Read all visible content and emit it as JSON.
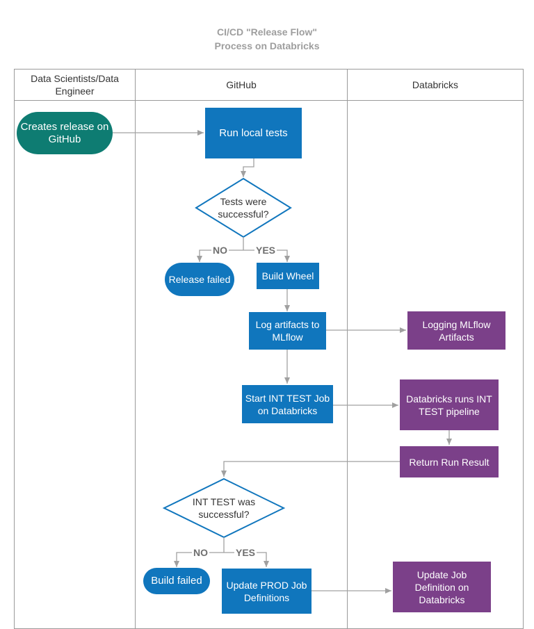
{
  "title": {
    "line1": "CI/CD  \"Release Flow\"",
    "line2": "Process on Databricks"
  },
  "lanes": {
    "scientists": "Data Scientists/Data Engineer",
    "github": "GitHub",
    "databricks": "Databricks"
  },
  "nodes": {
    "create_release": "Creates release on GitHub",
    "run_local_tests": "Run local tests",
    "tests_successful": "Tests were successful?",
    "release_failed": "Release failed",
    "build_wheel": "Build Wheel",
    "log_artifacts": "Log artifacts to MLflow",
    "logging_mlflow": "Logging MLflow Artifacts",
    "start_int_test": "Start INT TEST Job on Databricks",
    "databricks_runs": "Databricks runs INT TEST pipeline",
    "return_result": "Return Run Result",
    "int_test_successful": "INT TEST was successful?",
    "build_failed": "Build failed",
    "update_prod": "Update PROD Job Definitions",
    "update_job_def": "Update Job Definition on Databricks"
  },
  "edge_labels": {
    "no1": "NO",
    "yes1": "YES",
    "no2": "NO",
    "yes2": "YES"
  },
  "colors": {
    "blue": "#1076bd",
    "purple": "#7b4089",
    "teal": "#0e7c72",
    "connector": "#a0a0a0",
    "lane_border": "#9a9a9a"
  }
}
